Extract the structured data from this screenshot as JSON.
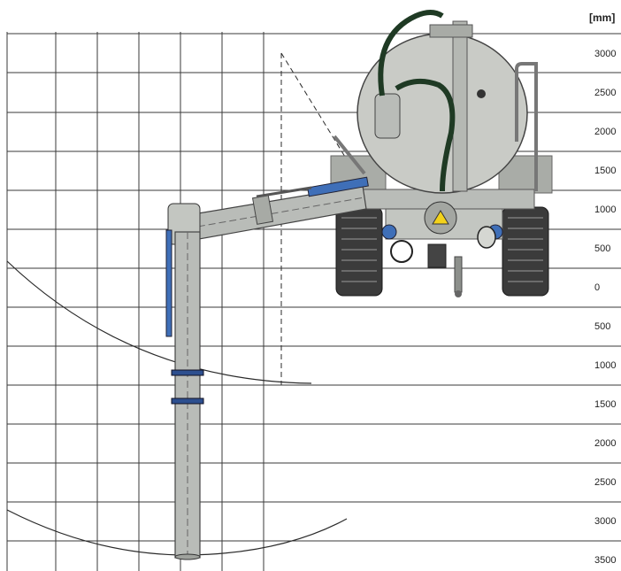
{
  "unit_label": "[mm]",
  "scale_labels": [
    "3000",
    "2500",
    "2000",
    "1500",
    "1000",
    "500",
    "0",
    "500",
    "1000",
    "1500",
    "2000",
    "2500",
    "3000",
    "3500"
  ],
  "colors": {
    "grid": "#3a3a3a",
    "steel": "#b9bcb8",
    "steel_dark": "#8d908c",
    "tank": "#c9cbc6",
    "hose": "#1f3a24",
    "hydraulic_blue": "#3f6fb8",
    "tyre": "#3b3b3b",
    "warning_yellow": "#f3d21a"
  },
  "icons": [
    "tanker-trailer",
    "suction-arm",
    "hydraulic-cylinder",
    "suction-hose"
  ]
}
